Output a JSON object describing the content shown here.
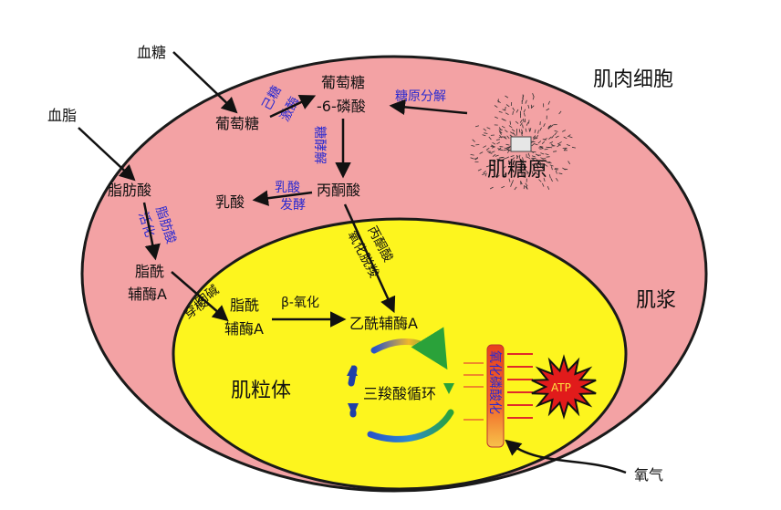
{
  "colors": {
    "cell_fill": "#f3a2a4",
    "cell_stroke": "#1a1a1a",
    "mito_fill": "#fdf51e",
    "enzyme_text": "#2a2ad0",
    "atp_fill": "#e11b1b",
    "arrow": "#111111"
  },
  "labels": {
    "muscle_cell": "肌肉细胞",
    "sarcoplasm": "肌浆",
    "mitochondria": "肌粒体",
    "glycogen": "肌糖原",
    "blood_sugar": "血糖",
    "blood_fat": "血脂",
    "glucose": "葡萄糖",
    "g6p_line1": "葡萄糖",
    "g6p_line2": "-6-磷酸",
    "pyruvate": "丙酮酸",
    "lactate": "乳酸",
    "fatty_acid": "脂肪酸",
    "acyl_coa_cyto_line1": "脂酰",
    "acyl_coa_cyto_line2": "辅酶A",
    "acyl_coa_mito_line1": "脂酰",
    "acyl_coa_mito_line2": "辅酶A",
    "acetyl_coa": "乙酰辅酶A",
    "tca_cycle": "三羧酸循环",
    "oxygen": "氧气",
    "atp": "ATP"
  },
  "enzymes": {
    "hexokinase_1": "己糖",
    "hexokinase_2": "激酶",
    "glycogenolysis": "糖原分解",
    "glycolysis": "糖酵解",
    "lactic_1": "乳酸",
    "lactic_2": "发酵",
    "fa_activation_1": "脂肪酸",
    "fa_activation_2": "活化",
    "carnitine_1": "肉碱",
    "carnitine_2": "穿梭",
    "beta_oxidation": "β-氧化",
    "pdh_1": "丙酮酸",
    "pdh_2": "氧化脱羧",
    "oxphos": "氧化磷酸化"
  }
}
